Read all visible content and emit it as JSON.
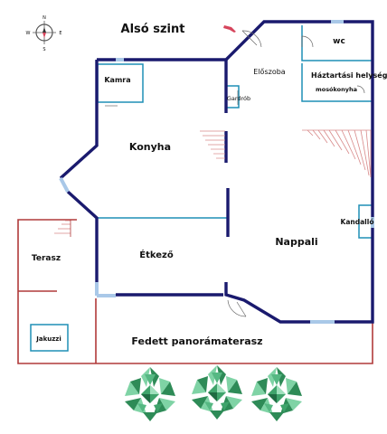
{
  "title": "Alsó szint",
  "compass": {
    "icon": "compass-icon",
    "n": "N",
    "s": "S",
    "e": "E",
    "w": "W"
  },
  "rooms": {
    "wc": "wc",
    "eloszoba": "Előszoba",
    "haztartasi": "Háztartási helység",
    "mosokonyha": "mosókonyha",
    "kamra": "Kamra",
    "gardrob": "Gardrób",
    "konyha": "Konyha",
    "etkezo": "Étkező",
    "nappali": "Nappali",
    "kandallo": "Kandalló",
    "terasz": "Terasz",
    "jakuzzi": "Jakuzzi",
    "fedett": "Fedett panorámaterasz"
  },
  "colors": {
    "wall": "#1a1a6e",
    "inner": "#1f8fb5",
    "window": "#a9c8e8",
    "terrace": "#b03a3a",
    "stairs": "#d88a8a",
    "arrow": "#d6455c",
    "tree_dark": "#2e8b57",
    "tree_light": "#7fd3a5"
  },
  "icons": [
    "compass-icon",
    "entrance-arrow-icon",
    "tree-icon",
    "staircase-icon",
    "door-swing-icon"
  ]
}
